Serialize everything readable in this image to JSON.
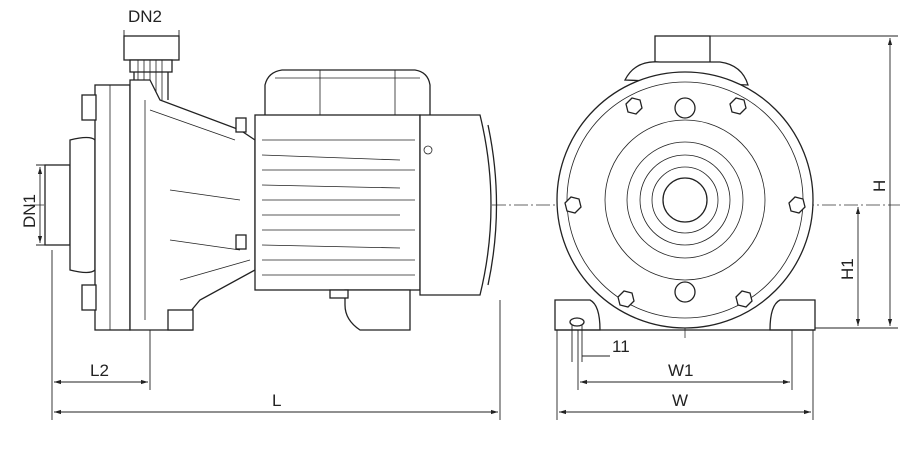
{
  "drawing": {
    "labels": {
      "dn2": "DN2",
      "dn1": "DN1",
      "l2": "L2",
      "l": "L",
      "eleven": "11",
      "w1": "W1",
      "w": "W",
      "h": "H",
      "h1": "H1"
    }
  }
}
